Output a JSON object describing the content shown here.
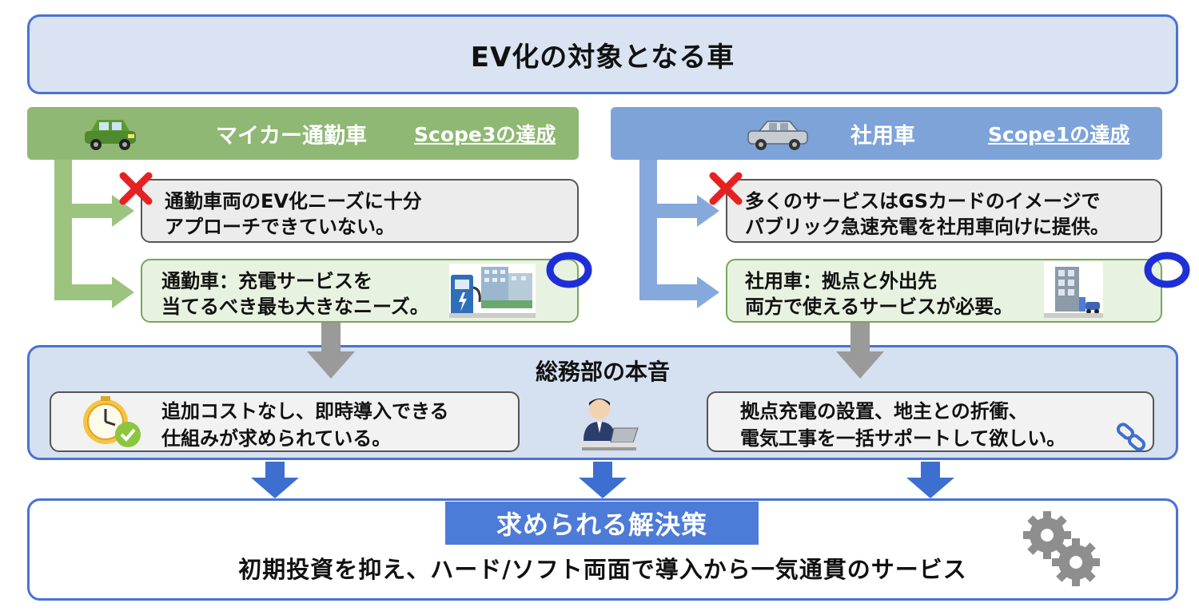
{
  "title": "EV化の対象となる車",
  "left": {
    "header_title": "マイカー通勤車",
    "header_link": "Scope3の達成",
    "problem_line1": "通勤車両のEV化ニーズに十分",
    "problem_line2": "アプローチできていない。",
    "solution_line1": "通勤車：充電サービスを",
    "solution_line2": "当てるべき最も大きなニーズ。"
  },
  "right": {
    "header_title": "社用車",
    "header_link": "Scope1の達成",
    "problem_line1": "多くのサービスはGSカードのイメージで",
    "problem_line2": "パブリック急速充電を社用車向けに提供。",
    "solution_line1": "社用車：拠点と外出先",
    "solution_line2": "両方で使えるサービスが必要。"
  },
  "middle": {
    "title": "総務部の本音",
    "left_line1": "追加コストなし、即時導入できる",
    "left_line2": "仕組みが求められている。",
    "right_line1": "拠点充電の設置、地主との折衝、",
    "right_line2": "電気工事を一括サポートして欲しい。"
  },
  "solution": {
    "label": "求められる解決策",
    "text": "初期投資を抑え、ハード/ソフト両面で導入から一気通貫のサービス"
  },
  "colors": {
    "accent_blue": "#4a72d6",
    "green": "#8fb874",
    "light_blue": "#7da3d9",
    "gray_arrow": "#9a9a9a",
    "cross_red": "#e52222",
    "circle_blue": "#1f2fd8"
  }
}
